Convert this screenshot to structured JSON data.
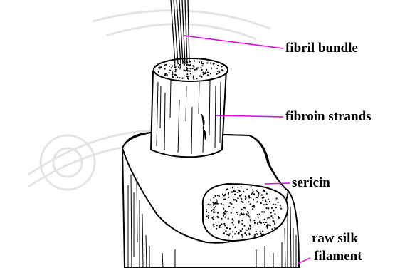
{
  "labels": {
    "fibril_bundle": "fibril bundle",
    "fibroin_strands": "fibroin strands",
    "sericin": "sericin",
    "raw_silk_line1": "raw silk",
    "raw_silk_line2": "filament"
  },
  "colors": {
    "leader_line": "#e000e0",
    "ink": "#000000",
    "watermark": "#e4e4e4"
  }
}
